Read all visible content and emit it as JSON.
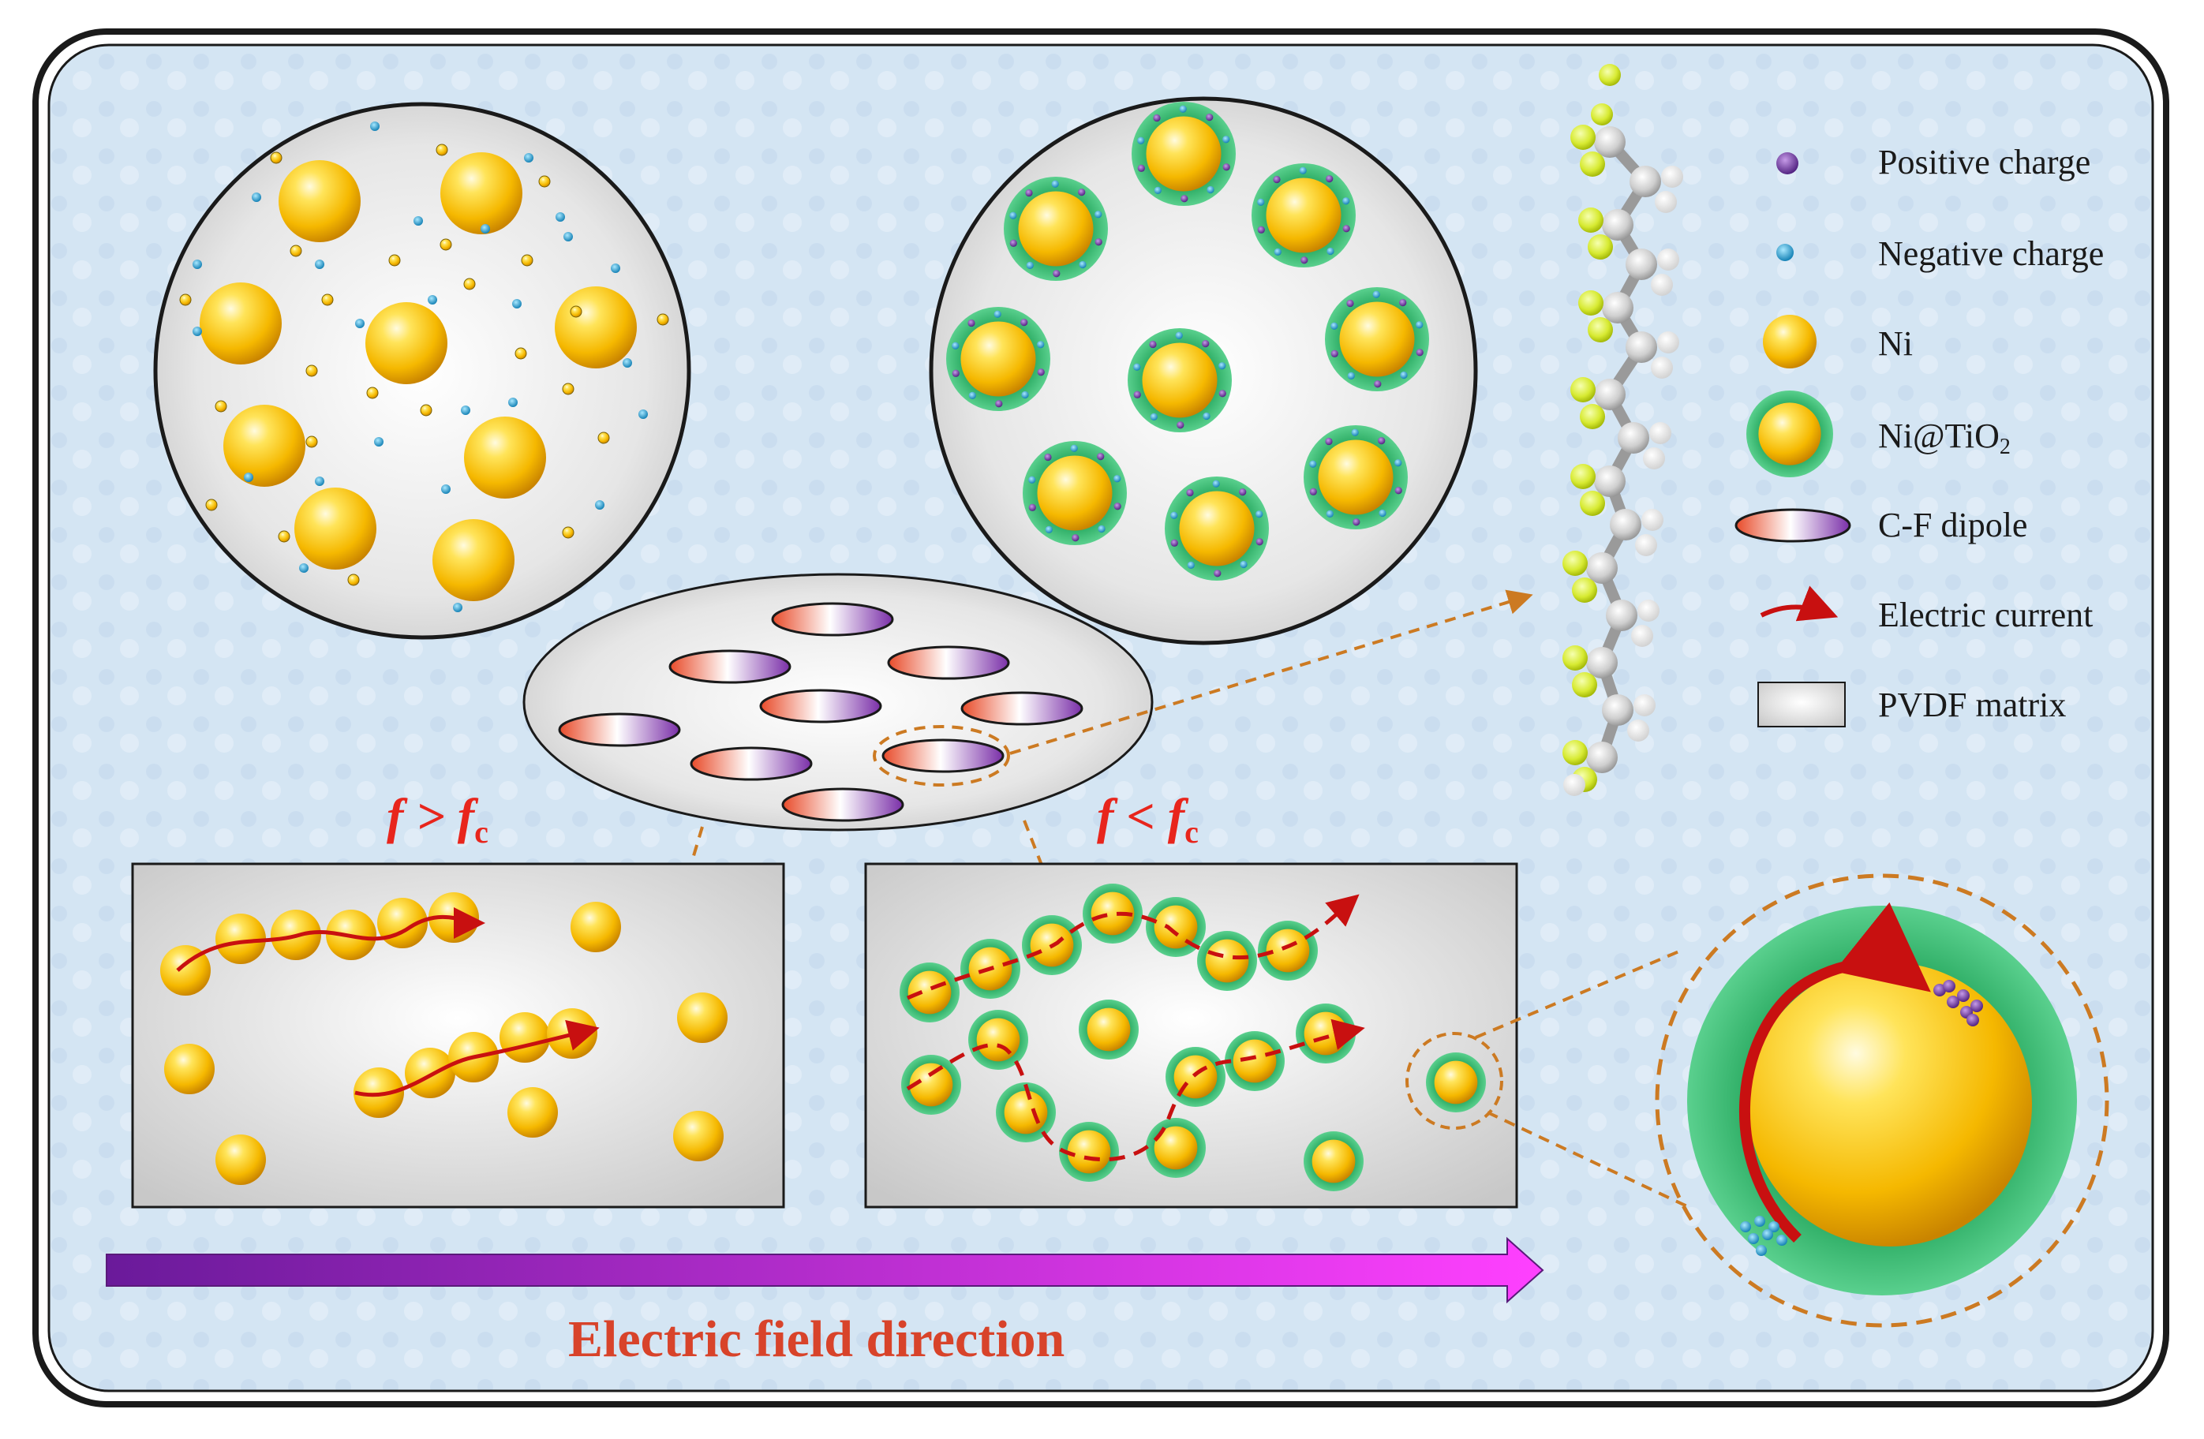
{
  "legend": {
    "positive": "Positive charge",
    "negative": "Negative charge",
    "ni": "Ni",
    "ni_tio2": "Ni@TiO",
    "ni_tio2_sub": "2",
    "dipole": "C-F dipole",
    "current": "Electric current",
    "matrix": "PVDF matrix"
  },
  "labels": {
    "f_gt": "f > f",
    "f_lt": "f < f",
    "f_sub": "c",
    "field_direction": "Electric field direction"
  },
  "colors": {
    "background": "#d6e6f4",
    "frame": "#222222",
    "ni_gold": "#f5c400",
    "shell_green": "#3fbf7a",
    "positive": "#6a2a9a",
    "negative": "#1aa0d8",
    "current": "#c81010",
    "dashed": "#cc7a22",
    "arrow_start": "#6a1a9a",
    "arrow_end": "#ff3cff"
  }
}
